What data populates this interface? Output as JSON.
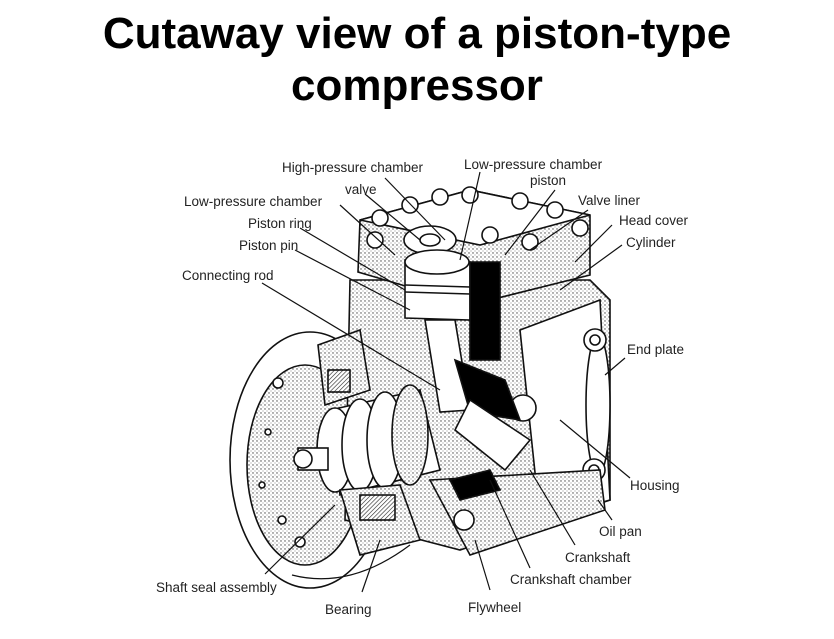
{
  "title_line1": "Cutaway view of a piston-type",
  "title_line2": "compressor",
  "labels": {
    "high_pressure_chamber": "High-pressure chamber",
    "valve": "valve",
    "low_pressure_chamber": "Low-pressure chamber",
    "piston_ring": "Piston ring",
    "piston_pin": "Piston pin",
    "connecting_rod": "Connecting rod",
    "low_pressure_chamber_2": "Low-pressure chamber",
    "piston": "piston",
    "valve_liner": "Valve liner",
    "head_cover": "Head cover",
    "cylinder": "Cylinder",
    "end_plate": "End plate",
    "housing": "Housing",
    "oil_pan": "Oil pan",
    "crankshaft": "Crankshaft",
    "crankshaft_chamber": "Crankshaft chamber",
    "flywheel": "Flywheel",
    "bearing": "Bearing",
    "shaft_seal_assembly": "Shaft seal assembly"
  }
}
